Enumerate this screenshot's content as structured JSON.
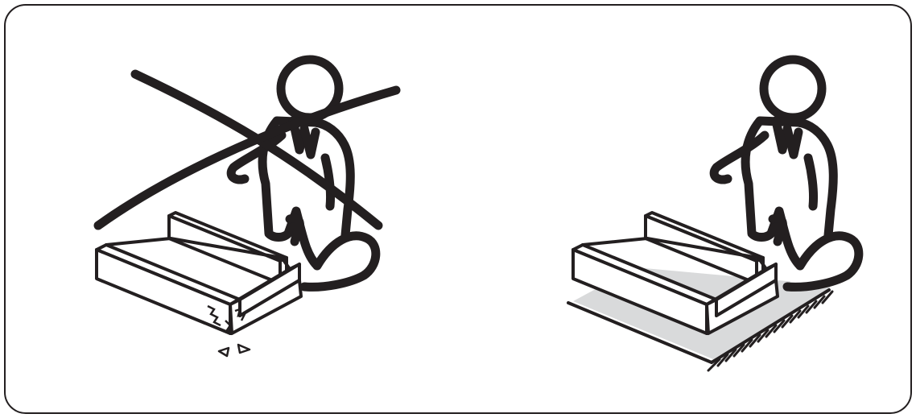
{
  "panel": {
    "border_color": "#231f20",
    "background": "#ffffff"
  },
  "scenes": [
    {
      "name": "incorrect",
      "description_icon": "person-kneeling-box-on-bare-floor-icon",
      "status": "prohibited",
      "mark": "cross-out-x"
    },
    {
      "name": "correct",
      "description_icon": "person-kneeling-box-on-mat-icon",
      "status": "allowed"
    }
  ],
  "colors": {
    "ink": "#231f20",
    "mat_fill": "#d9dadb"
  }
}
